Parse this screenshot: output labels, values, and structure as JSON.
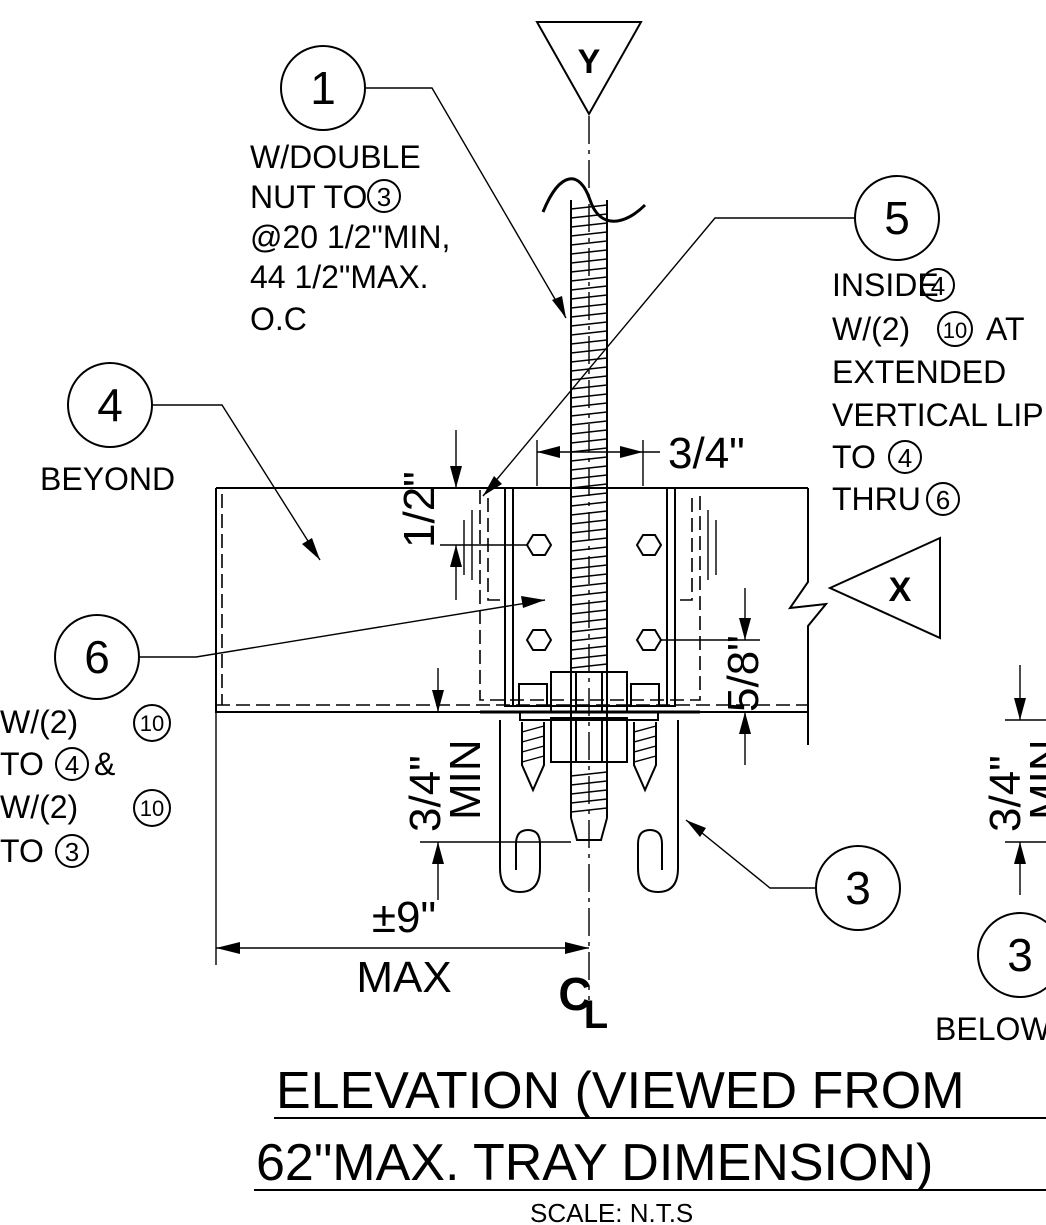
{
  "callouts": {
    "c1": {
      "num": "1",
      "notes": [
        "W/DOUBLE",
        "NUT TO",
        "@20 1/2\"MIN,",
        "44 1/2\"MAX.",
        "O.C"
      ],
      "ref": "3"
    },
    "c4": {
      "num": "4",
      "note": "BEYOND"
    },
    "c5": {
      "num": "5",
      "notes": [
        "INSIDE",
        "W/(2)",
        "AT",
        "EXTENDED",
        "VERTICAL LIP",
        "TO",
        "THRU"
      ],
      "refs": [
        "4",
        "10",
        "4",
        "6"
      ]
    },
    "c6": {
      "num": "6",
      "notes": [
        "W/(2)",
        "TO",
        "&",
        "W/(2)",
        "TO"
      ],
      "refs": [
        "10",
        "4",
        "10",
        "3"
      ]
    },
    "c3": {
      "num": "3"
    },
    "c3b": {
      "num": "3",
      "note": "BELOW"
    }
  },
  "markers": {
    "y": "Y",
    "x": "X",
    "centerline": "CL"
  },
  "dimensions": {
    "rod": "3/4\"",
    "half": "1/2\"",
    "five_eighths": "5/8\"",
    "min_left": [
      "3/4\"",
      "MIN"
    ],
    "min_right": [
      "3/4\"",
      "MIN"
    ],
    "width": [
      "±9\"",
      "MAX"
    ]
  },
  "title": {
    "line1": "ELEVATION (VIEWED FROM",
    "line2": "62\"MAX. TRAY DIMENSION)",
    "scale": "SCALE: N.T.S"
  }
}
